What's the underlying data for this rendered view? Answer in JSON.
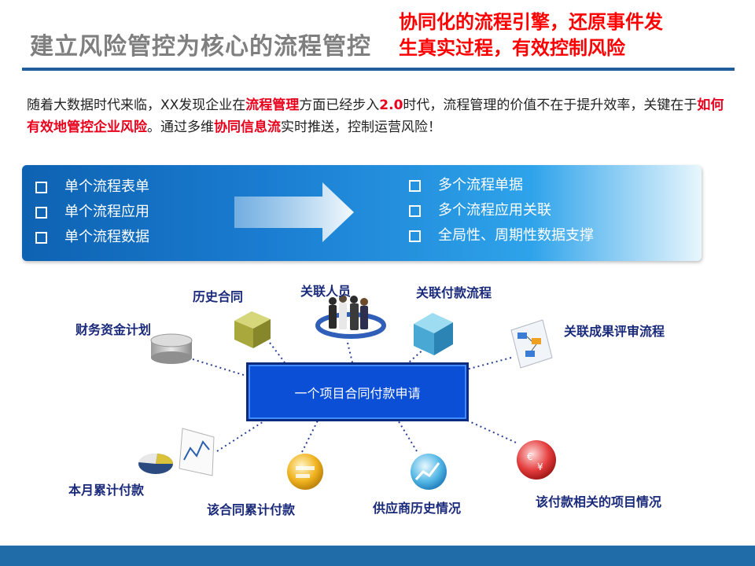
{
  "header": {
    "title": "建立风险管控为核心的流程管控",
    "slogan_line1": "协同化的流程引擎，还原事件发",
    "slogan_line2": "生真实过程，有效控制风险"
  },
  "intro": {
    "p1": "随着大数据时代来临，XX发现企业在",
    "h1": "流程管理",
    "p2": "方面已经步入",
    "h2": "2.0",
    "p3": "时代，流程管理的价值不在于提升效率，关键在于",
    "h3": "如何有效地管控企业风险",
    "p4": "。通过多维",
    "h4": "协同信息流",
    "p5": "实时推送，控制运营风险！"
  },
  "banner": {
    "left": [
      "单个流程表单",
      "单个流程应用",
      "单个流程数据"
    ],
    "right": [
      "多个流程单据",
      "多个流程应用关联",
      "全局性、周期性数据支撑"
    ]
  },
  "diagram": {
    "center": "一个项目合同付款申请",
    "nodes": {
      "history_contract": "历史合同",
      "related_people": "关联人员",
      "related_payment_flow": "关联付款流程",
      "finance_plan": "财务资金计划",
      "related_review_flow": "关联成果评审流程",
      "monthly_payment": "本月累计付款",
      "contract_payment": "该合同累计付款",
      "supplier_history": "供应商历史情况",
      "project_info": "该付款相关的项目情况"
    }
  },
  "colors": {
    "title_gray": "#7f7f7f",
    "slogan_red": "#ff0000",
    "highlight_red": "#e8001c",
    "center_blue": "#0a4fd6",
    "label_navy": "#1a2a7a",
    "footer_blue": "#1f6ca8"
  }
}
